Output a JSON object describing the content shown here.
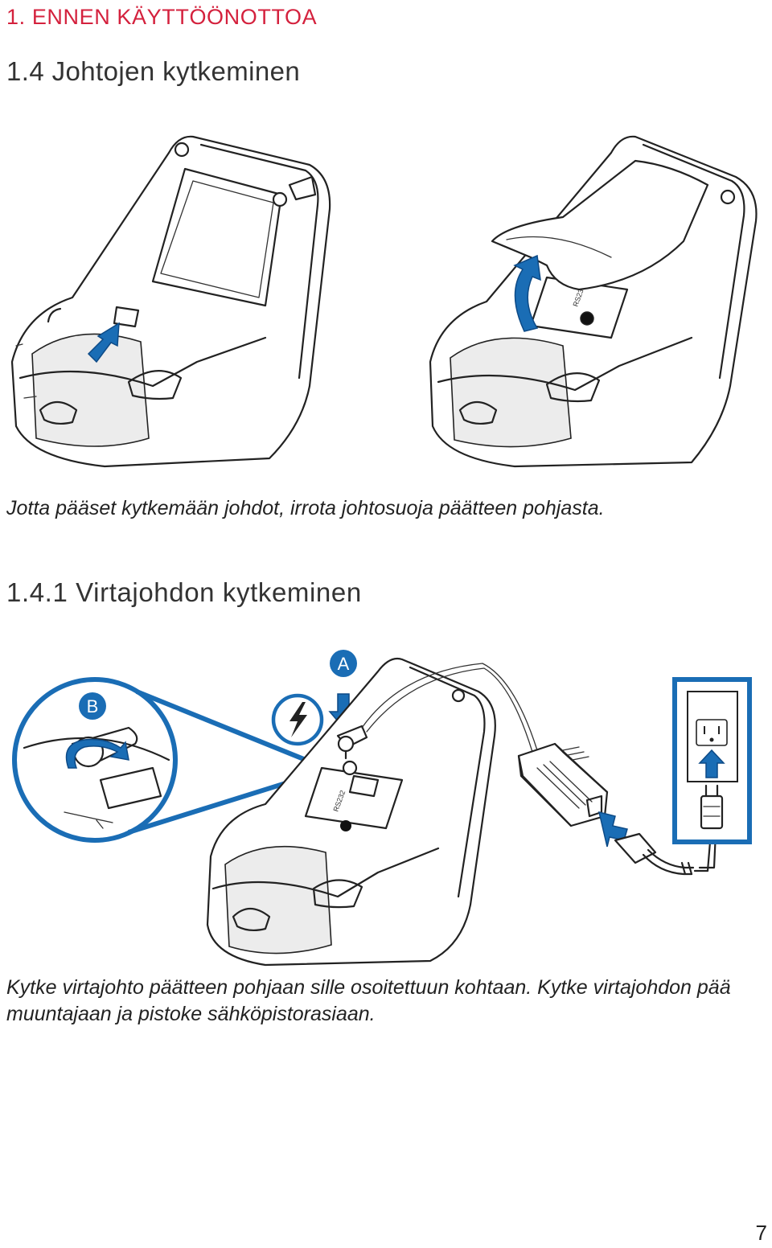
{
  "header": {
    "chapter": "1. ENNEN KÄYTTÖÖNOTTOA",
    "section": "1.4 Johtojen kytkeminen"
  },
  "figure1": {
    "caption": "Jotta pääset kytkemään johdot, irrota johtosuoja päätteen pohjasta.",
    "port_label": "RS232"
  },
  "subsection": {
    "title": "1.4.1 Virtajohdon kytkeminen"
  },
  "figure2": {
    "label_a": "A",
    "label_b": "B",
    "port_label": "RS232",
    "caption": "Kytke virtajohto päätteen pohjaan sille osoitettuun kohtaan. Kytke virtajohdon pää muuntajaan ja pistoke sähköpistorasiaan."
  },
  "footer": {
    "page_number": "7"
  },
  "colors": {
    "chapter_red": "#d4213d",
    "accent_blue": "#1a6db5"
  }
}
